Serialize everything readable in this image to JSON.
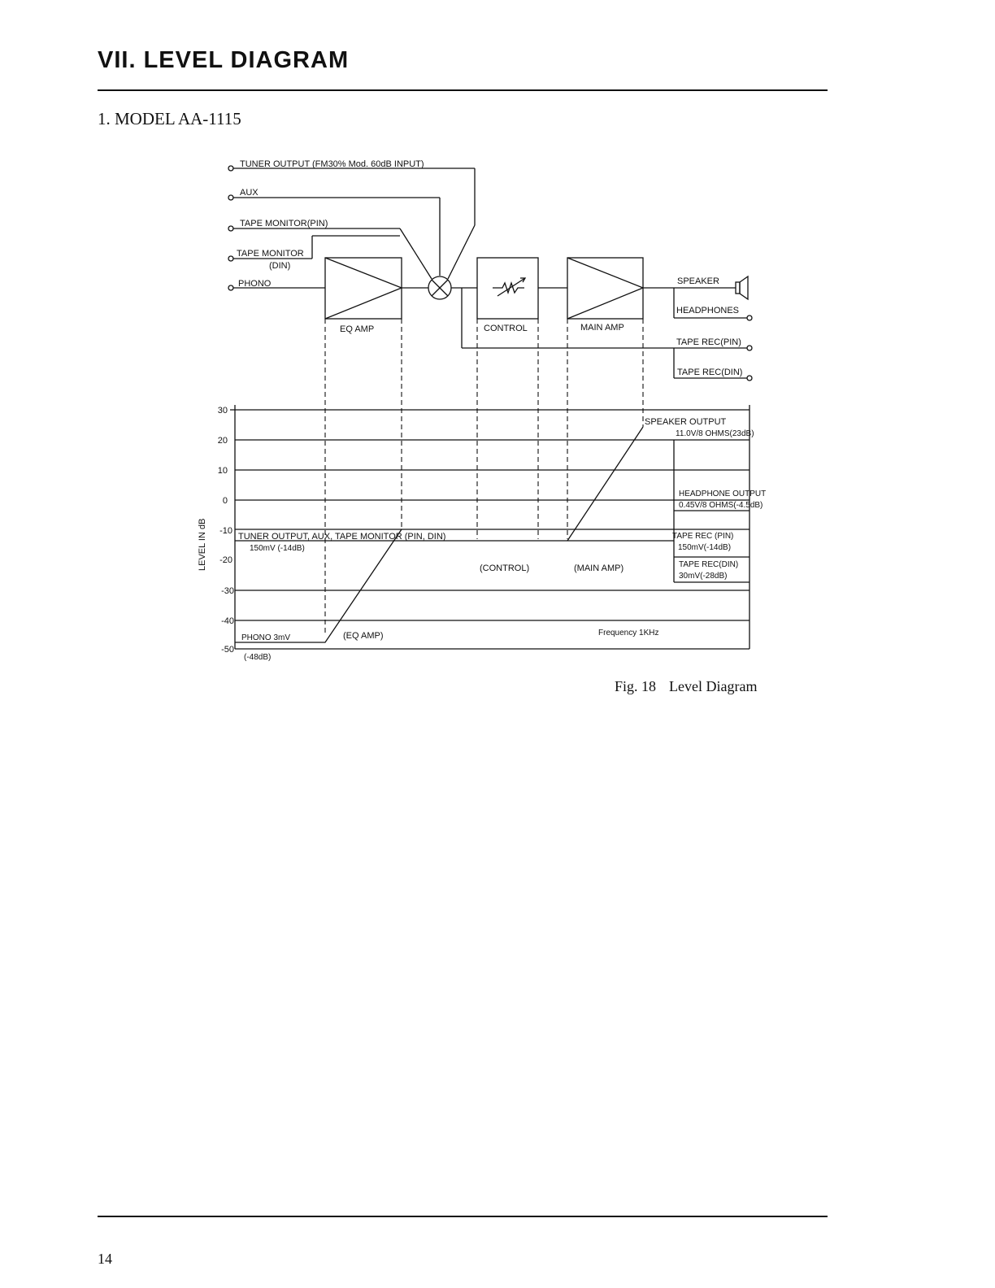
{
  "page": {
    "section_title": "VII. LEVEL DIAGRAM",
    "subsection_title": "1. MODEL AA-1115",
    "caption_label": "Fig. 18",
    "caption_text": "Level Diagram",
    "page_number": "14"
  },
  "inputs": {
    "tuner": "TUNER OUTPUT (FM30% Mod. 60dB INPUT)",
    "aux": "AUX",
    "tape_pin": "TAPE MONITOR(PIN)",
    "tape_din_1": "TAPE MONITOR",
    "tape_din_2": "(DIN)",
    "phono": "PHONO"
  },
  "blocks": {
    "eq_amp": "EQ AMP",
    "control": "CONTROL",
    "main_amp": "MAIN AMP"
  },
  "outputs": {
    "speaker": "SPEAKER",
    "headphones": "HEADPHONES",
    "tape_rec_pin": "TAPE REC(PIN)",
    "tape_rec_din": "TAPE REC(DIN)"
  },
  "level_chart": {
    "y_axis_label": "LEVEL IN dB",
    "ticks": [
      "30",
      "20",
      "10",
      "0",
      "-10",
      "-20",
      "-30",
      "-40",
      "-50"
    ],
    "labels": {
      "speaker_output_1": "SPEAKER OUTPUT",
      "speaker_output_2": "11.0V/8 OHMS(23dB)",
      "headphone_output_1": "HEADPHONE OUTPUT",
      "headphone_output_2": "0.45V/8 OHMS(-4.5dB)",
      "tuner_line": "TUNER OUTPUT, AUX, TAPE MONITOR (PIN, DIN)",
      "tuner_level": "150mV (-14dB)",
      "tape_rec_pin_1": "TAPE REC (PIN)",
      "tape_rec_pin_2": "150mV(-14dB)",
      "tape_rec_din_1": "TAPE REC(DIN)",
      "tape_rec_din_2": "30mV(-28dB)",
      "control": "(CONTROL)",
      "main_amp": "(MAIN AMP)",
      "phono_level": "PHONO 3mV",
      "phono_db": "(-48dB)",
      "eq_amp": "(EQ AMP)",
      "frequency": "Frequency 1KHz"
    }
  }
}
